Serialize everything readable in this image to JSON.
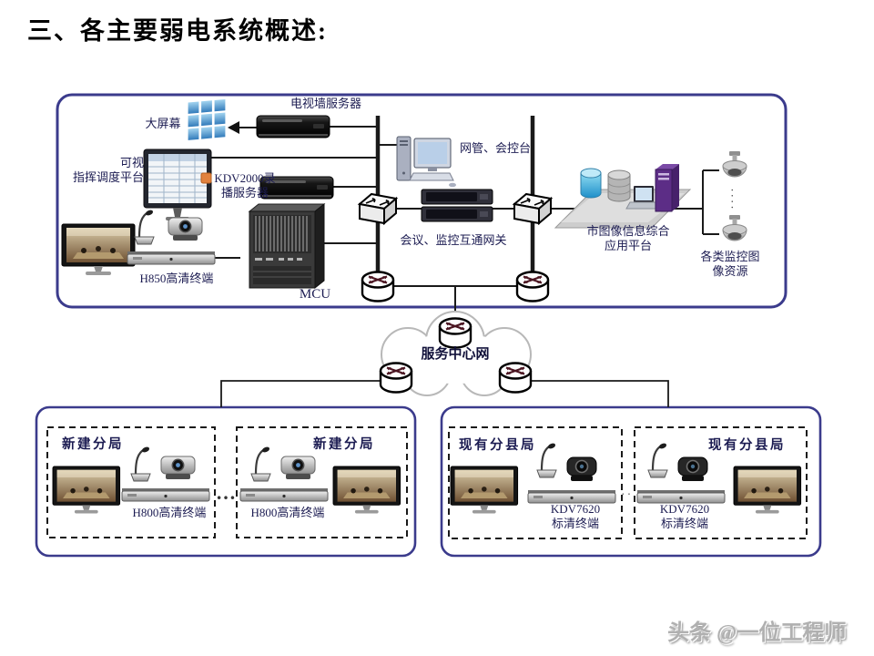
{
  "title": "三、各主要弱电系统概述:",
  "watermark": "头条 @一位工程师",
  "colors": {
    "box_border": "#3b3b8c",
    "label_text": "#1c1c52",
    "screen_blue": "#2d77b8",
    "tower_purple": "#5c2d86",
    "router_arrow_red": "#4a1420"
  },
  "hq": {
    "big_screen": "大屏幕",
    "tv_wall_server": "电视墙服务器",
    "dispatch_line1": "可视",
    "dispatch_line2": "指挥调度平台",
    "kdv2000_line1": "KDV2000录",
    "kdv2000_line2": "播服务器",
    "nms_console": "网管、会控台",
    "h850": "H850高清终端",
    "mcu": "MCU",
    "gateway": "会议、监控互通网关",
    "city_platform_line1": "市图像信息综合",
    "city_platform_line2": "应用平台",
    "surveillance_line1": "各类监控图",
    "surveillance_line2": "像资源",
    "dome_dots": "····"
  },
  "cloud": {
    "label": "服务中心网"
  },
  "branches": {
    "new_left_title": "新建分局",
    "new_right_title": "新建分局",
    "h800_left": "H800高清终端",
    "h800_right": "H800高清终端",
    "ellipsis": "…",
    "county_left_title": "现有分县局",
    "county_right_title": "现有分县局",
    "kdv7620_left_line1": "KDV7620",
    "kdv7620_left_line2": "标清终端",
    "kdv7620_right_line1": "KDV7620",
    "kdv7620_right_line2": "标清终端",
    "small_dots": "··"
  },
  "icons": [
    "video-wall-icon",
    "rack-server-icon",
    "dispatch-monitor-icon",
    "desktop-pc-icon",
    "conference-tv-icon",
    "gooseneck-mic-icon",
    "ptz-camera-icon",
    "terminal-unit-icon",
    "mcu-chassis-icon",
    "gateway-servers-icon",
    "network-switch-icon",
    "router-icon",
    "dome-camera-icon",
    "application-platform-icon",
    "network-cloud-icon"
  ]
}
